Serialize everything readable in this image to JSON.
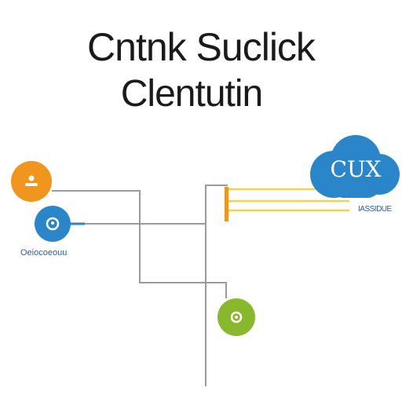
{
  "diagram": {
    "title_line1": "Cntnk Suclick",
    "title_line2": "Clentutin",
    "cloud_label": "CUX",
    "left_node_label": "Oeiocoeouu",
    "right_link_label": "IASSIDUE",
    "colors": {
      "orange": "#f0951e",
      "blue": "#2a86c8",
      "green": "#8ab82d",
      "cloud": "#2a86c8",
      "link_yellow": "#f2d24a",
      "wire_gray": "#9a9a9a"
    },
    "icons": {
      "orange_node": "person-icon",
      "blue_node": "user-icon",
      "green_node": "ring-icon",
      "cloud": "cloud-icon"
    }
  }
}
